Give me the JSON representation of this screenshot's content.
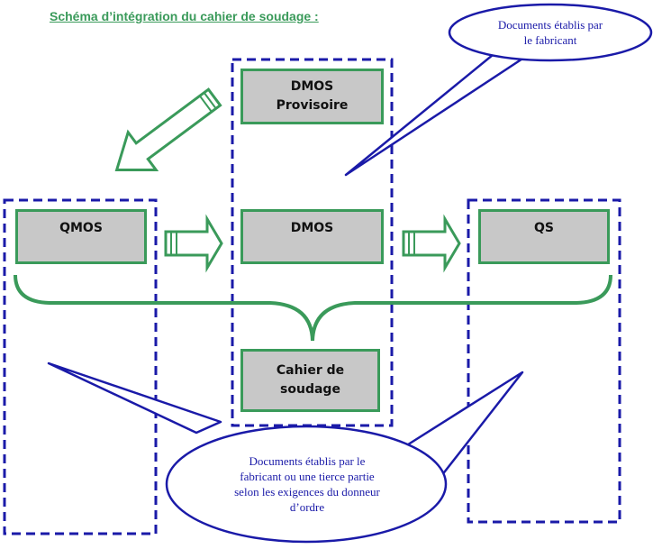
{
  "diagram": {
    "title": "Schéma d’intégration du cahier de soudage :",
    "nodes": {
      "dmos_provisoire": {
        "line1": "DMOS",
        "line2": "Provisoire"
      },
      "qmos": {
        "label": "QMOS"
      },
      "dmos": {
        "label": "DMOS"
      },
      "qs": {
        "label": "QS"
      },
      "cahier": {
        "line1": "Cahier de",
        "line2": "soudage"
      }
    },
    "callouts": {
      "fabricant": {
        "line1": "Documents établis par",
        "line2": "le fabricant"
      },
      "tierce": {
        "line1": "Documents établis par le",
        "line2": "fabricant ou une tierce partie",
        "line3": "selon les exigences du donneur",
        "line4": "d’ordre"
      }
    },
    "colors": {
      "green": "#3a9a5a",
      "blue": "#1a1aa8",
      "box_fill": "#c8c8c8"
    }
  }
}
